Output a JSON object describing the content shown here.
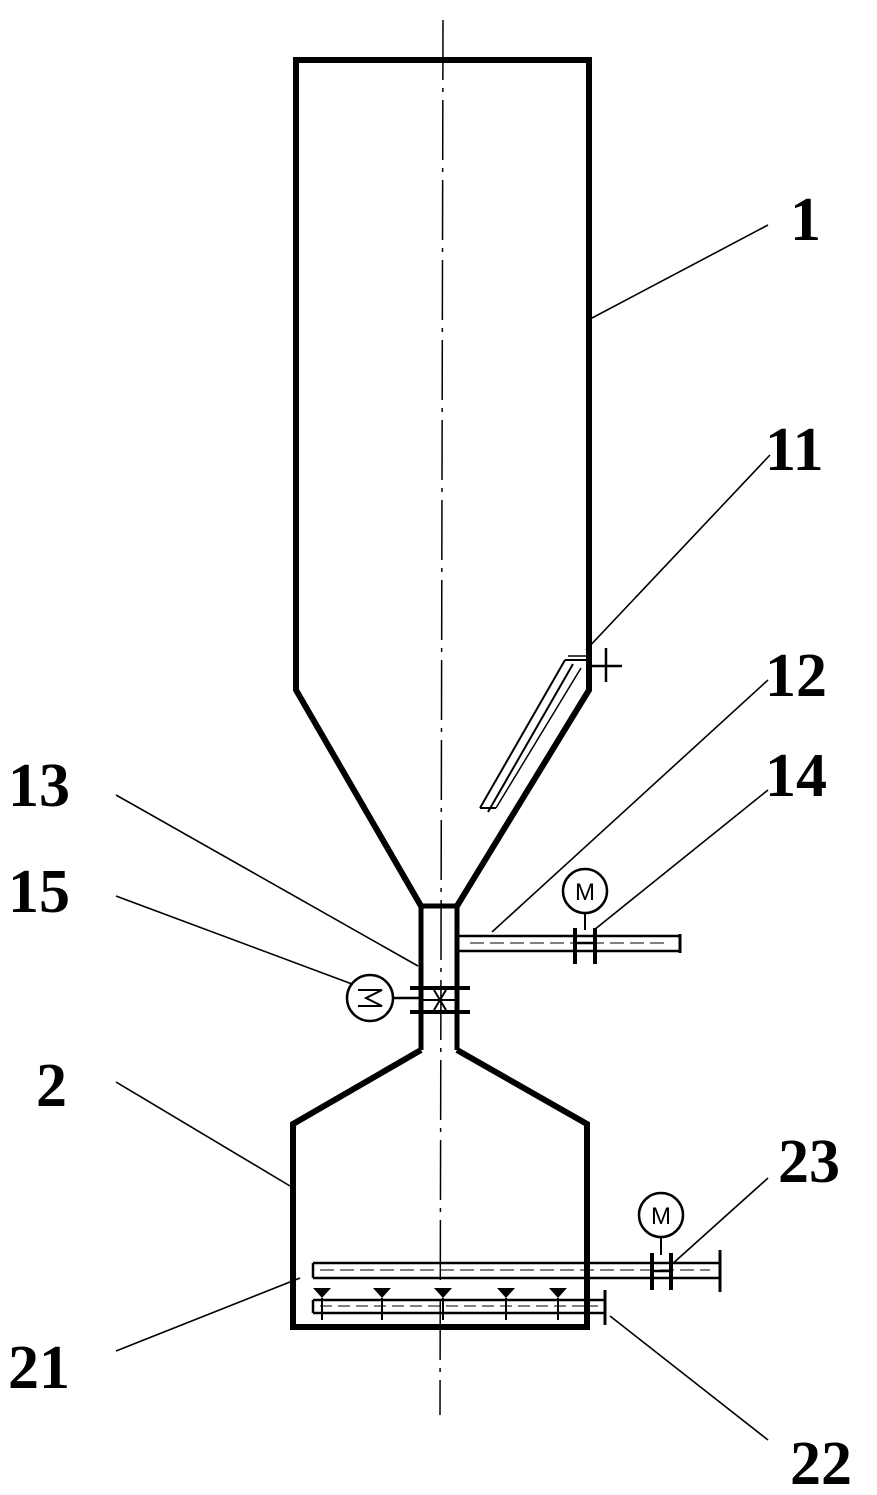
{
  "labels": {
    "l1": "1",
    "l11": "11",
    "l12": "12",
    "l13": "13",
    "l14": "14",
    "l15": "15",
    "l2": "2",
    "l21": "21",
    "l22": "22",
    "l23": "23"
  },
  "motor_letter": "M",
  "colors": {
    "line": "#000000",
    "background": "#ffffff"
  }
}
